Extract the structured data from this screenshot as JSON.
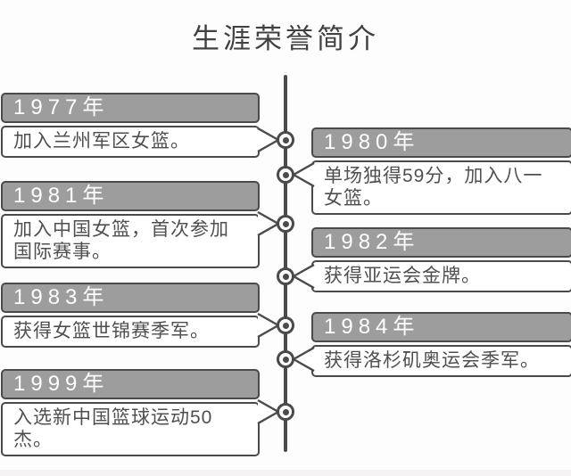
{
  "title": "生涯荣誉简介",
  "timeline": {
    "entries": [
      {
        "year": "1977年",
        "description": "加入兰州军区女篮。",
        "side": "left"
      },
      {
        "year": "1980年",
        "description": "单场独得59分，加入八一女篮。",
        "side": "right"
      },
      {
        "year": "1981年",
        "description": "加入中国女篮，首次参加国际赛事。",
        "side": "left"
      },
      {
        "year": "1982年",
        "description": "获得亚运会金牌。",
        "side": "right"
      },
      {
        "year": "1983年",
        "description": "获得女篮世锦赛季军。",
        "side": "left"
      },
      {
        "year": "1984年",
        "description": "获得洛杉矶奥运会季军。",
        "side": "right"
      },
      {
        "year": "1999年",
        "description": "入选新中国篮球运动50杰。",
        "side": "left"
      }
    ]
  },
  "palette": {
    "outline": "#4a4a4a",
    "year_header_bg": "#9d9d9d",
    "year_header_text": "#ffffff",
    "description_text": "#4f4f4f",
    "background": "#ffffff"
  }
}
